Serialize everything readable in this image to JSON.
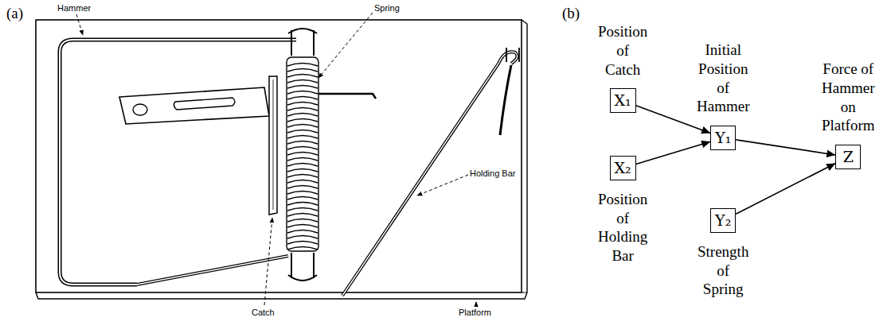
{
  "diagram": {
    "nodes": [
      {
        "text": [
          "Position of Catch",
          "X₁"
        ]
      },
      {
        "text": [
          "X₂",
          "Position of Holding Bar"
        ]
      },
      {
        "text": [
          "Initial Position of Hammer",
          "Y₁"
        ]
      },
      {
        "text": [
          "Y₂",
          "Strength of Spring"
        ]
      },
      {
        "text": [
          "Force of Hammer on Platform",
          "Z"
        ]
      }
    ],
    "edges": [
      {
        "from": 0,
        "to": 2,
        "arrow": "to"
      },
      {
        "from": 1,
        "to": 2,
        "arrow": "to"
      },
      {
        "from": 2,
        "to": 4,
        "arrow": "to"
      },
      {
        "from": 3,
        "to": 4,
        "arrow": "to"
      }
    ],
    "labels": [
      "(a)",
      "Hammer",
      "Spring",
      "Holding Bar",
      "Catch",
      "Platform",
      "(b)"
    ]
  }
}
